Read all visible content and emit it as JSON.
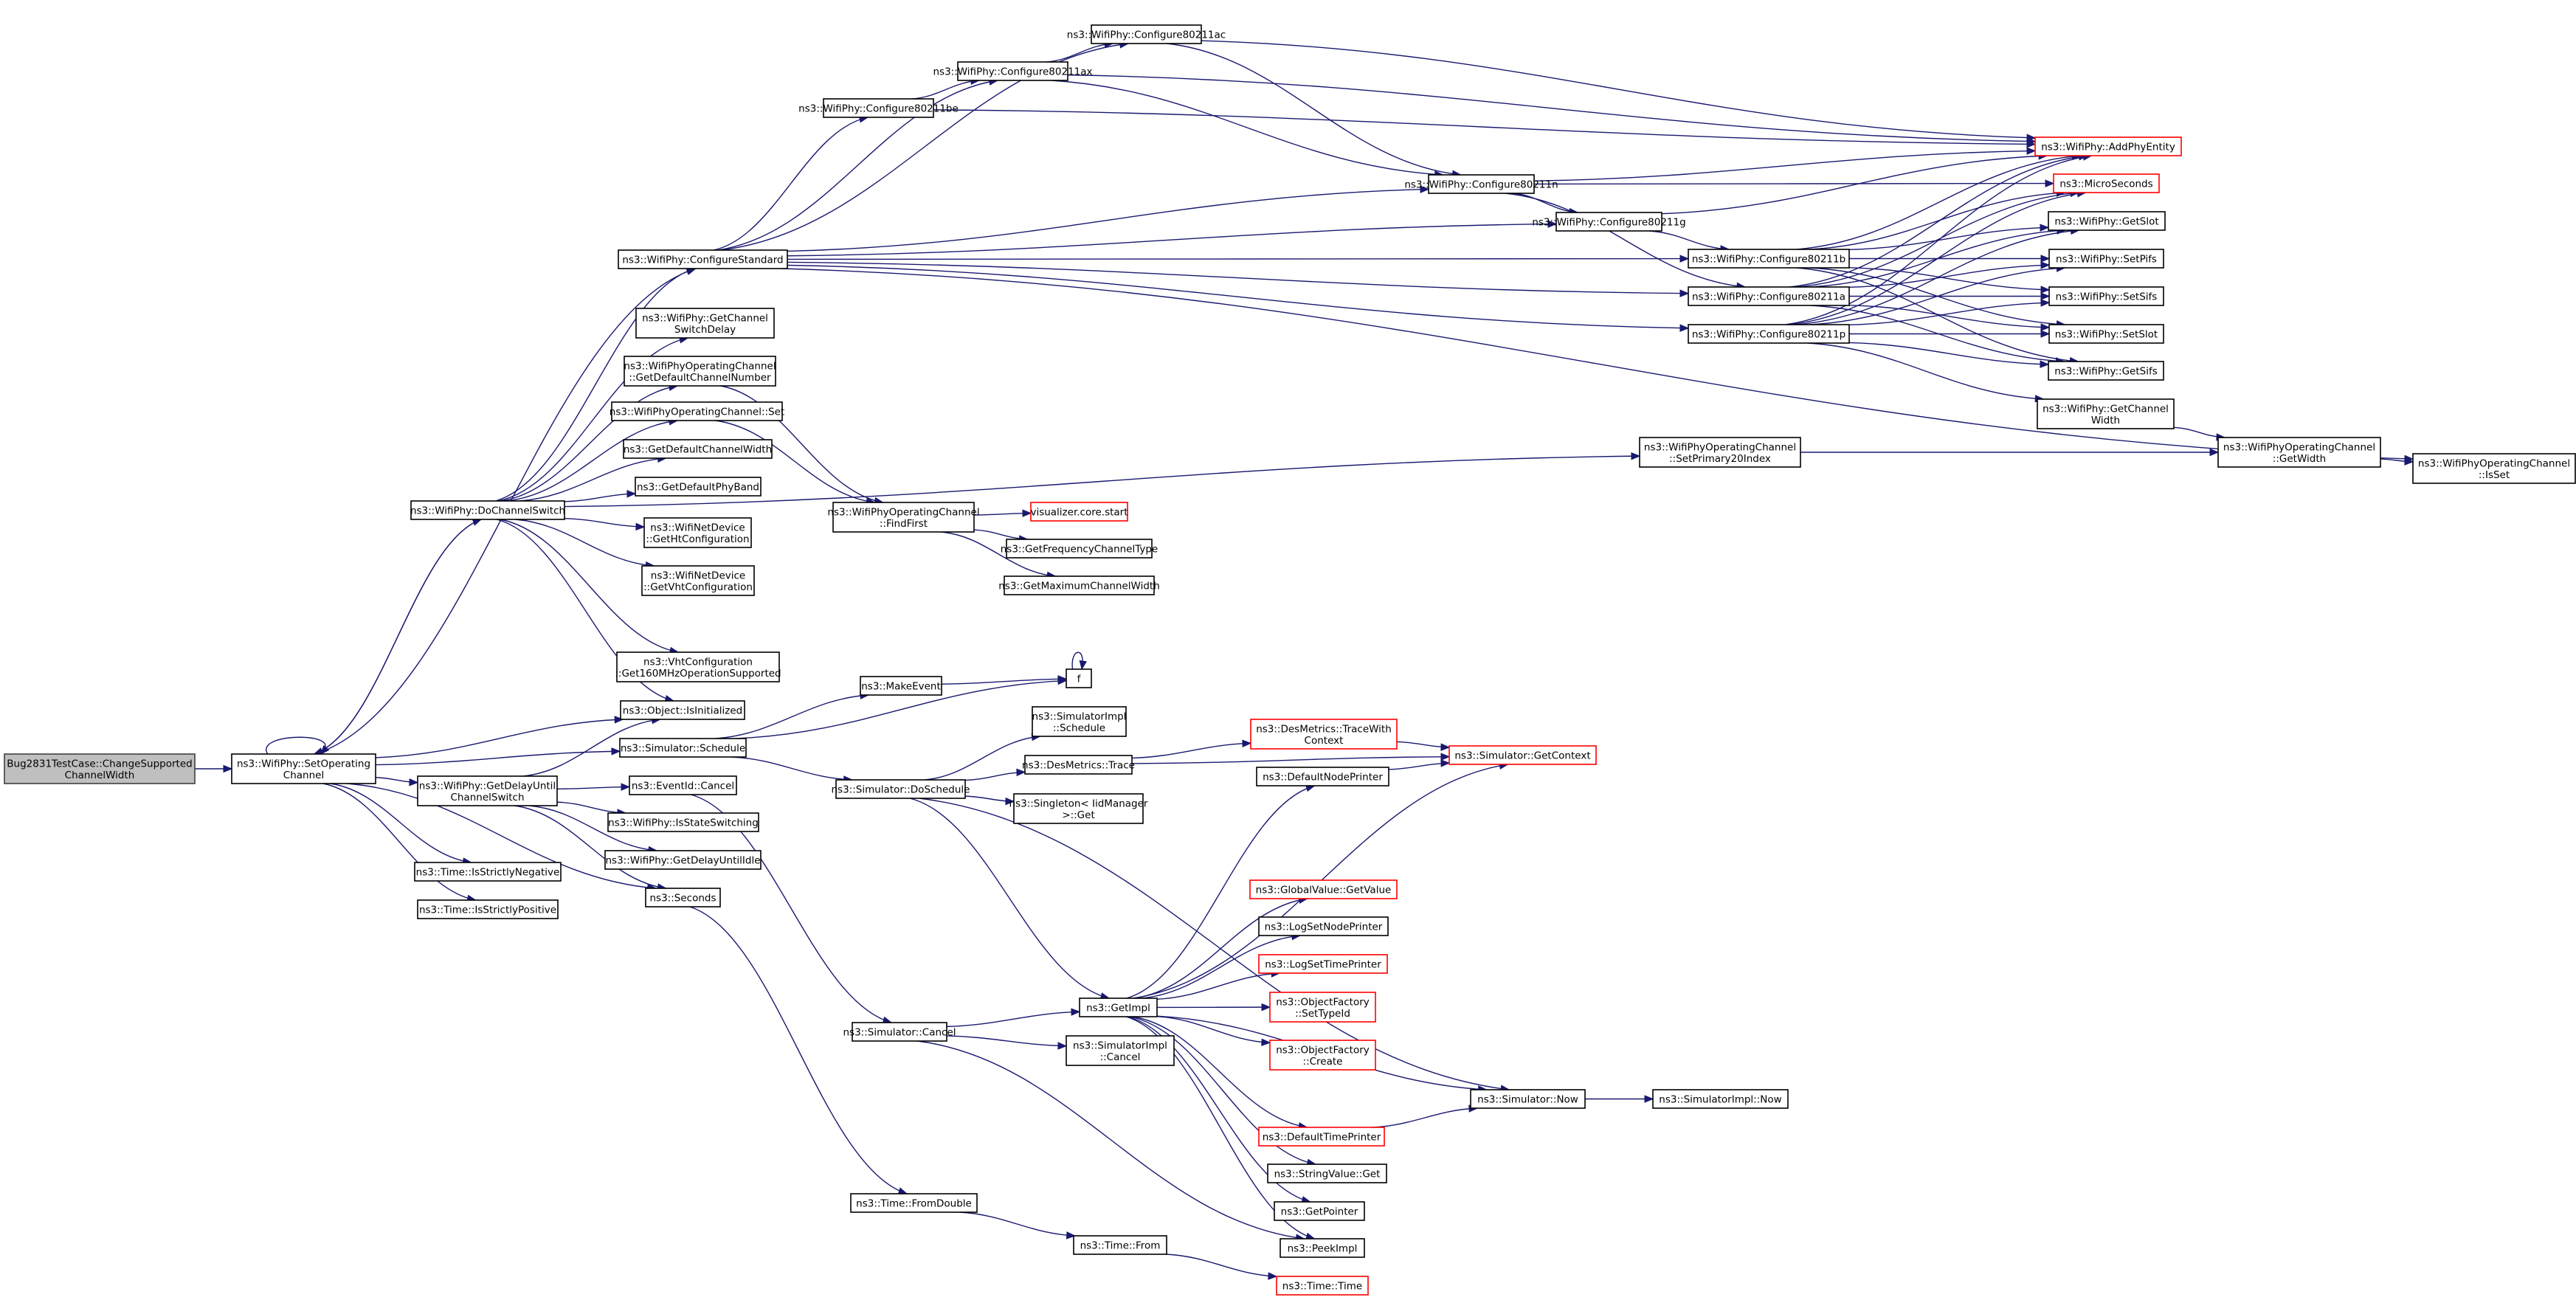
{
  "title": "Call graph for Bug2831TestCase::ChangeSupportedChannelWidth",
  "colors": {
    "edge": "#191970",
    "root_fill": "#bfbfbf",
    "node_border": "#000000",
    "truncated_border": "#ff0000",
    "background": "#ffffff"
  },
  "nodes": [
    {
      "id": "root",
      "lines": [
        "Bug2831TestCase::ChangeSupported",
        "ChannelWidth"
      ],
      "kind": "root"
    },
    {
      "id": "setop",
      "lines": [
        "ns3::WifiPhy::SetOperating",
        "Channel"
      ],
      "kind": "normal"
    },
    {
      "id": "confstd",
      "lines": [
        "ns3::WifiPhy::ConfigureStandard"
      ],
      "kind": "normal"
    },
    {
      "id": "getchswdelay",
      "lines": [
        "ns3::WifiPhy::GetChannel",
        "SwitchDelay"
      ],
      "kind": "normal"
    },
    {
      "id": "getdefchnum",
      "lines": [
        "ns3::WifiPhyOperatingChannel",
        "::GetDefaultChannelNumber"
      ],
      "kind": "normal"
    },
    {
      "id": "opchset",
      "lines": [
        "ns3::WifiPhyOperatingChannel::Set"
      ],
      "kind": "normal"
    },
    {
      "id": "getdefchw",
      "lines": [
        "ns3::GetDefaultChannelWidth"
      ],
      "kind": "normal"
    },
    {
      "id": "getdefband",
      "lines": [
        "ns3::GetDefaultPhyBand"
      ],
      "kind": "normal"
    },
    {
      "id": "dochsw",
      "lines": [
        "ns3::WifiPhy::DoChannelSwitch"
      ],
      "kind": "normal"
    },
    {
      "id": "getht",
      "lines": [
        "ns3::WifiNetDevice",
        "::GetHtConfiguration"
      ],
      "kind": "normal"
    },
    {
      "id": "getvht",
      "lines": [
        "ns3::WifiNetDevice",
        "::GetVhtConfiguration"
      ],
      "kind": "normal"
    },
    {
      "id": "get160",
      "lines": [
        "ns3::VhtConfiguration",
        "::Get160MHzOperationSupported"
      ],
      "kind": "normal"
    },
    {
      "id": "isinit",
      "lines": [
        "ns3::Object::IsInitialized"
      ],
      "kind": "normal"
    },
    {
      "id": "sched",
      "lines": [
        "ns3::Simulator::Schedule"
      ],
      "kind": "normal"
    },
    {
      "id": "getdelaych",
      "lines": [
        "ns3::WifiPhy::GetDelayUntil",
        "ChannelSwitch"
      ],
      "kind": "normal"
    },
    {
      "id": "evcancel",
      "lines": [
        "ns3::EventId::Cancel"
      ],
      "kind": "normal"
    },
    {
      "id": "isswitch",
      "lines": [
        "ns3::WifiPhy::IsStateSwitching"
      ],
      "kind": "normal"
    },
    {
      "id": "getdelayidle",
      "lines": [
        "ns3::WifiPhy::GetDelayUntilIdle"
      ],
      "kind": "normal"
    },
    {
      "id": "seconds",
      "lines": [
        "ns3::Seconds"
      ],
      "kind": "normal"
    },
    {
      "id": "isneg",
      "lines": [
        "ns3::Time::IsStrictlyNegative"
      ],
      "kind": "normal"
    },
    {
      "id": "ispos",
      "lines": [
        "ns3::Time::IsStrictlyPositive"
      ],
      "kind": "normal"
    },
    {
      "id": "c11be",
      "lines": [
        "ns3::WifiPhy::Configure80211be"
      ],
      "kind": "normal"
    },
    {
      "id": "c11ax",
      "lines": [
        "ns3::WifiPhy::Configure80211ax"
      ],
      "kind": "normal"
    },
    {
      "id": "c11ac",
      "lines": [
        "ns3::WifiPhy::Configure80211ac"
      ],
      "kind": "normal"
    },
    {
      "id": "c11n",
      "lines": [
        "ns3::WifiPhy::Configure80211n"
      ],
      "kind": "normal"
    },
    {
      "id": "c11g",
      "lines": [
        "ns3::WifiPhy::Configure80211g"
      ],
      "kind": "normal"
    },
    {
      "id": "c11b",
      "lines": [
        "ns3::WifiPhy::Configure80211b"
      ],
      "kind": "normal"
    },
    {
      "id": "c11a",
      "lines": [
        "ns3::WifiPhy::Configure80211a"
      ],
      "kind": "normal"
    },
    {
      "id": "c11p",
      "lines": [
        "ns3::WifiPhy::Configure80211p"
      ],
      "kind": "normal"
    },
    {
      "id": "addphy",
      "lines": [
        "ns3::WifiPhy::AddPhyEntity"
      ],
      "kind": "truncated"
    },
    {
      "id": "micro",
      "lines": [
        "ns3::MicroSeconds"
      ],
      "kind": "truncated"
    },
    {
      "id": "getslot",
      "lines": [
        "ns3::WifiPhy::GetSlot"
      ],
      "kind": "normal"
    },
    {
      "id": "setpifs",
      "lines": [
        "ns3::WifiPhy::SetPifs"
      ],
      "kind": "normal"
    },
    {
      "id": "setsifs",
      "lines": [
        "ns3::WifiPhy::SetSifs"
      ],
      "kind": "normal"
    },
    {
      "id": "setslot",
      "lines": [
        "ns3::WifiPhy::SetSlot"
      ],
      "kind": "normal"
    },
    {
      "id": "getsifs",
      "lines": [
        "ns3::WifiPhy::GetSifs"
      ],
      "kind": "normal"
    },
    {
      "id": "getchw",
      "lines": [
        "ns3::WifiPhy::GetChannel",
        "Width"
      ],
      "kind": "normal"
    },
    {
      "id": "setprim20",
      "lines": [
        "ns3::WifiPhyOperatingChannel",
        "::SetPrimary20Index"
      ],
      "kind": "normal"
    },
    {
      "id": "opgetwidth",
      "lines": [
        "ns3::WifiPhyOperatingChannel",
        "::GetWidth"
      ],
      "kind": "normal"
    },
    {
      "id": "opisset",
      "lines": [
        "ns3::WifiPhyOperatingChannel",
        "::IsSet"
      ],
      "kind": "normal"
    },
    {
      "id": "findfirst",
      "lines": [
        "ns3::WifiPhyOperatingChannel",
        "::FindFirst"
      ],
      "kind": "normal"
    },
    {
      "id": "vizstart",
      "lines": [
        "visualizer.core.start"
      ],
      "kind": "truncated"
    },
    {
      "id": "getfreqtype",
      "lines": [
        "ns3::GetFrequencyChannelType"
      ],
      "kind": "normal"
    },
    {
      "id": "getmaxchw",
      "lines": [
        "ns3::GetMaximumChannelWidth"
      ],
      "kind": "normal"
    },
    {
      "id": "makeevent",
      "lines": [
        "ns3::MakeEvent"
      ],
      "kind": "normal"
    },
    {
      "id": "f",
      "lines": [
        "f"
      ],
      "kind": "normal"
    },
    {
      "id": "simimplsched",
      "lines": [
        "ns3::SimulatorImpl",
        "::Schedule"
      ],
      "kind": "normal"
    },
    {
      "id": "desmtrace",
      "lines": [
        "ns3::DesMetrics::Trace"
      ],
      "kind": "normal"
    },
    {
      "id": "dosched",
      "lines": [
        "ns3::Simulator::DoSchedule"
      ],
      "kind": "normal"
    },
    {
      "id": "singleton",
      "lines": [
        "ns3::Singleton< IidManager",
        ">::Get"
      ],
      "kind": "normal"
    },
    {
      "id": "tracewctx",
      "lines": [
        "ns3::DesMetrics::TraceWith",
        "Context"
      ],
      "kind": "truncated"
    },
    {
      "id": "getctx",
      "lines": [
        "ns3::Simulator::GetContext"
      ],
      "kind": "truncated"
    },
    {
      "id": "defnodeprint",
      "lines": [
        "ns3::DefaultNodePrinter"
      ],
      "kind": "normal"
    },
    {
      "id": "gvgetvalue",
      "lines": [
        "ns3::GlobalValue::GetValue"
      ],
      "kind": "truncated"
    },
    {
      "id": "logsetnode",
      "lines": [
        "ns3::LogSetNodePrinter"
      ],
      "kind": "normal"
    },
    {
      "id": "logsettime",
      "lines": [
        "ns3::LogSetTimePrinter"
      ],
      "kind": "truncated"
    },
    {
      "id": "ofsettypeid",
      "lines": [
        "ns3::ObjectFactory",
        "::SetTypeId"
      ],
      "kind": "truncated"
    },
    {
      "id": "ofcreate",
      "lines": [
        "ns3::ObjectFactory",
        "::Create"
      ],
      "kind": "truncated"
    },
    {
      "id": "getimpl",
      "lines": [
        "ns3::GetImpl"
      ],
      "kind": "normal"
    },
    {
      "id": "simcancel",
      "lines": [
        "ns3::Simulator::Cancel"
      ],
      "kind": "normal"
    },
    {
      "id": "simimplcancel",
      "lines": [
        "ns3::SimulatorImpl",
        "::Cancel"
      ],
      "kind": "normal"
    },
    {
      "id": "simnow",
      "lines": [
        "ns3::Simulator::Now"
      ],
      "kind": "normal"
    },
    {
      "id": "simimplnow",
      "lines": [
        "ns3::SimulatorImpl::Now"
      ],
      "kind": "normal"
    },
    {
      "id": "deftimeprint",
      "lines": [
        "ns3::DefaultTimePrinter"
      ],
      "kind": "truncated"
    },
    {
      "id": "strvalget",
      "lines": [
        "ns3::StringValue::Get"
      ],
      "kind": "normal"
    },
    {
      "id": "getpointer",
      "lines": [
        "ns3::GetPointer"
      ],
      "kind": "normal"
    },
    {
      "id": "peekimpl",
      "lines": [
        "ns3::PeekImpl"
      ],
      "kind": "normal"
    },
    {
      "id": "fromdouble",
      "lines": [
        "ns3::Time::FromDouble"
      ],
      "kind": "normal"
    },
    {
      "id": "timefrom",
      "lines": [
        "ns3::Time::From"
      ],
      "kind": "normal"
    },
    {
      "id": "timetime",
      "lines": [
        "ns3::Time::Time"
      ],
      "kind": "truncated"
    }
  ],
  "edges": [
    [
      "root",
      "setop"
    ],
    [
      "setop",
      "setop"
    ],
    [
      "setop",
      "confstd"
    ],
    [
      "setop",
      "dochsw"
    ],
    [
      "setop",
      "isinit"
    ],
    [
      "setop",
      "sched"
    ],
    [
      "setop",
      "getdelaych"
    ],
    [
      "setop",
      "seconds"
    ],
    [
      "setop",
      "isneg"
    ],
    [
      "setop",
      "ispos"
    ],
    [
      "dochsw",
      "setop"
    ],
    [
      "dochsw",
      "confstd"
    ],
    [
      "dochsw",
      "getchswdelay"
    ],
    [
      "dochsw",
      "getdefchnum"
    ],
    [
      "dochsw",
      "opchset"
    ],
    [
      "dochsw",
      "getdefchw"
    ],
    [
      "dochsw",
      "getdefband"
    ],
    [
      "dochsw",
      "getht"
    ],
    [
      "dochsw",
      "getvht"
    ],
    [
      "dochsw",
      "get160"
    ],
    [
      "dochsw",
      "isinit"
    ],
    [
      "dochsw",
      "setprim20"
    ],
    [
      "confstd",
      "c11be"
    ],
    [
      "confstd",
      "c11ax"
    ],
    [
      "confstd",
      "c11ac"
    ],
    [
      "confstd",
      "c11n"
    ],
    [
      "confstd",
      "c11g"
    ],
    [
      "confstd",
      "c11b"
    ],
    [
      "confstd",
      "c11a"
    ],
    [
      "confstd",
      "c11p"
    ],
    [
      "confstd",
      "opisset"
    ],
    [
      "c11be",
      "c11ax"
    ],
    [
      "c11be",
      "addphy"
    ],
    [
      "c11ax",
      "c11ac"
    ],
    [
      "c11ax",
      "c11n"
    ],
    [
      "c11ax",
      "addphy"
    ],
    [
      "c11ac",
      "c11n"
    ],
    [
      "c11ac",
      "addphy"
    ],
    [
      "c11n",
      "c11g"
    ],
    [
      "c11n",
      "c11a"
    ],
    [
      "c11n",
      "addphy"
    ],
    [
      "c11n",
      "micro"
    ],
    [
      "c11g",
      "c11b"
    ],
    [
      "c11g",
      "addphy"
    ],
    [
      "c11b",
      "addphy"
    ],
    [
      "c11b",
      "micro"
    ],
    [
      "c11b",
      "getslot"
    ],
    [
      "c11b",
      "setpifs"
    ],
    [
      "c11b",
      "setsifs"
    ],
    [
      "c11b",
      "setslot"
    ],
    [
      "c11b",
      "getsifs"
    ],
    [
      "c11a",
      "addphy"
    ],
    [
      "c11a",
      "micro"
    ],
    [
      "c11a",
      "getslot"
    ],
    [
      "c11a",
      "setpifs"
    ],
    [
      "c11a",
      "setsifs"
    ],
    [
      "c11a",
      "setslot"
    ],
    [
      "c11a",
      "getsifs"
    ],
    [
      "c11p",
      "addphy"
    ],
    [
      "c11p",
      "micro"
    ],
    [
      "c11p",
      "getslot"
    ],
    [
      "c11p",
      "setpifs"
    ],
    [
      "c11p",
      "setsifs"
    ],
    [
      "c11p",
      "setslot"
    ],
    [
      "c11p",
      "getsifs"
    ],
    [
      "c11p",
      "getchw"
    ],
    [
      "getchw",
      "opgetwidth"
    ],
    [
      "setprim20",
      "opgetwidth"
    ],
    [
      "opgetwidth",
      "opisset"
    ],
    [
      "getdefchnum",
      "findfirst"
    ],
    [
      "opchset",
      "findfirst"
    ],
    [
      "findfirst",
      "vizstart"
    ],
    [
      "findfirst",
      "getfreqtype"
    ],
    [
      "findfirst",
      "getmaxchw"
    ],
    [
      "sched",
      "makeevent"
    ],
    [
      "sched",
      "f"
    ],
    [
      "sched",
      "dosched"
    ],
    [
      "makeevent",
      "f"
    ],
    [
      "f",
      "f"
    ],
    [
      "dosched",
      "simimplsched"
    ],
    [
      "dosched",
      "desmtrace"
    ],
    [
      "dosched",
      "singleton"
    ],
    [
      "dosched",
      "getimpl"
    ],
    [
      "dosched",
      "simnow"
    ],
    [
      "desmtrace",
      "tracewctx"
    ],
    [
      "desmtrace",
      "getctx"
    ],
    [
      "tracewctx",
      "getctx"
    ],
    [
      "defnodeprint",
      "getctx"
    ],
    [
      "getdelaych",
      "evcancel"
    ],
    [
      "getdelaych",
      "isswitch"
    ],
    [
      "getdelaych",
      "getdelayidle"
    ],
    [
      "getdelaych",
      "seconds"
    ],
    [
      "getdelaych",
      "isinit"
    ],
    [
      "evcancel",
      "simcancel"
    ],
    [
      "seconds",
      "fromdouble"
    ],
    [
      "simcancel",
      "getimpl"
    ],
    [
      "simcancel",
      "simimplcancel"
    ],
    [
      "simcancel",
      "peekimpl"
    ],
    [
      "getimpl",
      "defnodeprint"
    ],
    [
      "getimpl",
      "getctx"
    ],
    [
      "getimpl",
      "gvgetvalue"
    ],
    [
      "getimpl",
      "logsetnode"
    ],
    [
      "getimpl",
      "logsettime"
    ],
    [
      "getimpl",
      "ofsettypeid"
    ],
    [
      "getimpl",
      "ofcreate"
    ],
    [
      "getimpl",
      "simnow"
    ],
    [
      "getimpl",
      "deftimeprint"
    ],
    [
      "getimpl",
      "strvalget"
    ],
    [
      "getimpl",
      "getpointer"
    ],
    [
      "getimpl",
      "peekimpl"
    ],
    [
      "deftimeprint",
      "simnow"
    ],
    [
      "simnow",
      "simimplnow"
    ],
    [
      "fromdouble",
      "timefrom"
    ],
    [
      "timefrom",
      "timetime"
    ]
  ]
}
